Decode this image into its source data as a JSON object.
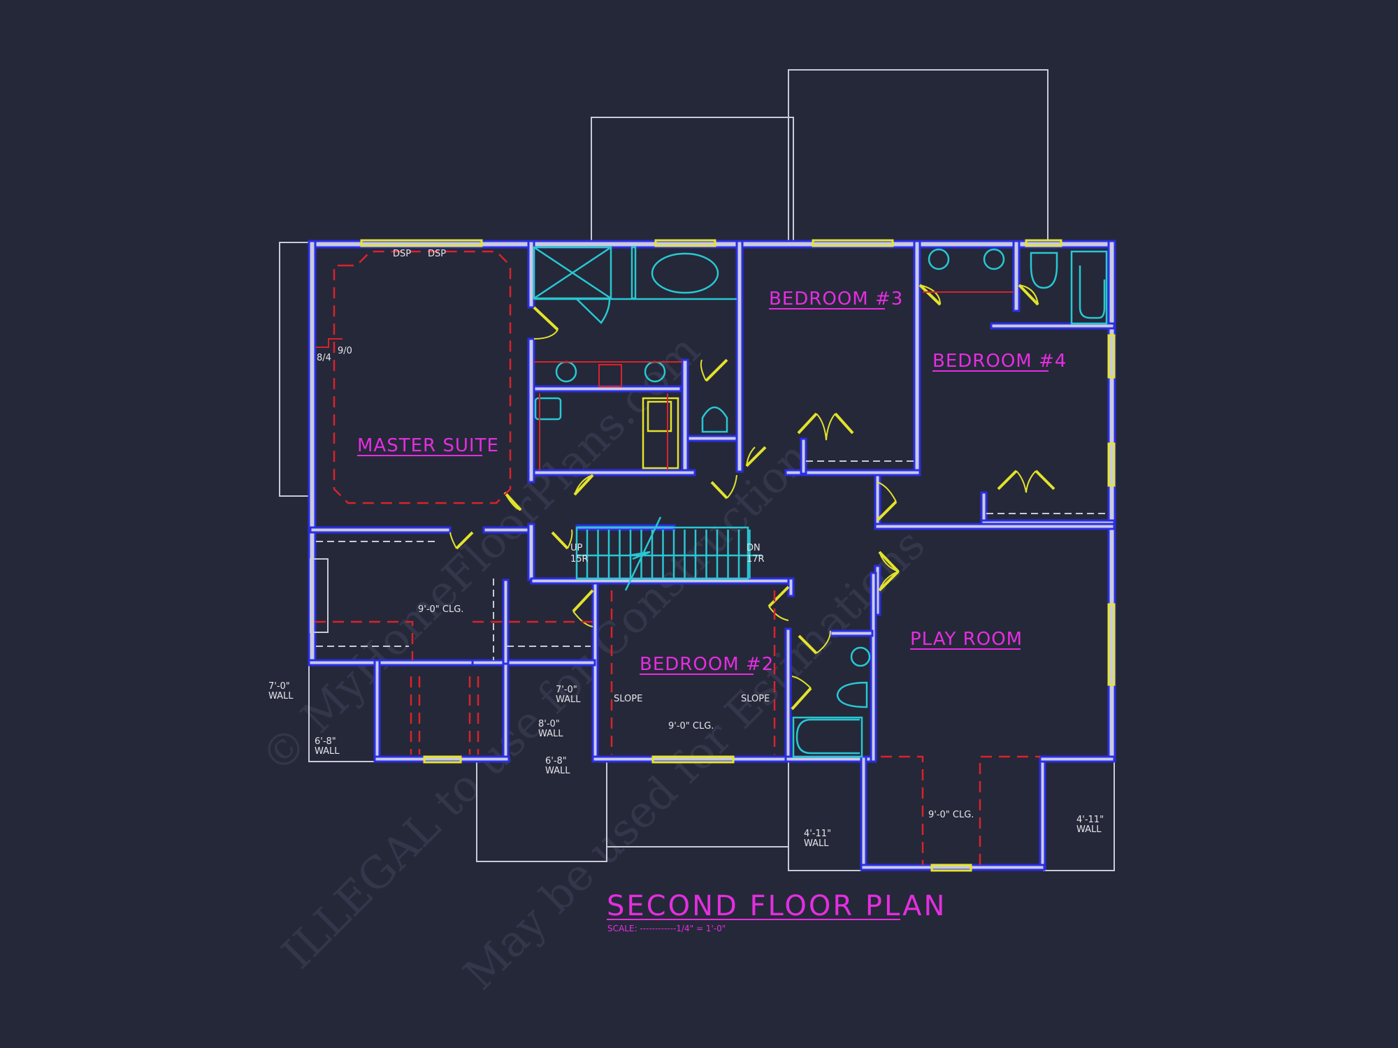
{
  "drawing": {
    "title": "SECOND FLOOR PLAN",
    "scale": "SCALE: ------------1/4\" = 1'-0\"",
    "colors": {
      "background": "#252839",
      "walls": "#c9cbe0",
      "wall_edge": "#2a2ee6",
      "windows_doors": "#e3e32b",
      "fixtures": "#28c8d2",
      "ceiling_lines": "#d8232b",
      "labels": "#e52ee0",
      "notes": "#e6e6ea"
    }
  },
  "rooms": {
    "master_suite": "MASTER SUITE",
    "bedroom_2": "BEDROOM #2",
    "bedroom_3": "BEDROOM #3",
    "bedroom_4": "BEDROOM #4",
    "play_room": "PLAY ROOM"
  },
  "notes": {
    "dsp_1": "DSP",
    "dsp_2": "DSP",
    "header_84": "8/4",
    "header_90": "9/0",
    "hall_ceiling": "9'-0\" CLG.",
    "bed2_ceiling": "9'-0\" CLG.",
    "play_ceiling": "9'-0\" CLG.",
    "slope_left": "SLOPE",
    "slope_right": "SLOPE",
    "stair_up": "UP",
    "stair_up_risers": "15R",
    "stair_dn": "DN",
    "stair_dn_risers": "17R",
    "wall_left_7": "7'-0\"",
    "wall_left_7_label": "WALL",
    "wall_left_68": "6'-8\"",
    "wall_left_68_label": "WALL",
    "wall_mid_7": "7'-0\"",
    "wall_mid_7_label": "WALL",
    "wall_mid_8": "8'-0\"",
    "wall_mid_8_label": "WALL",
    "wall_mid_68": "6'-8\"",
    "wall_mid_68_label": "WALL",
    "wall_br_411_a": "4'-11\"",
    "wall_br_411_a_label": "WALL",
    "wall_br_411_b": "4'-11\"",
    "wall_br_411_b_label": "WALL"
  },
  "watermark": {
    "line1": "© MyHomeFloorPlans.com",
    "line2": "ILLEGAL to use for Construction",
    "line3": "May be used for Estimations"
  }
}
